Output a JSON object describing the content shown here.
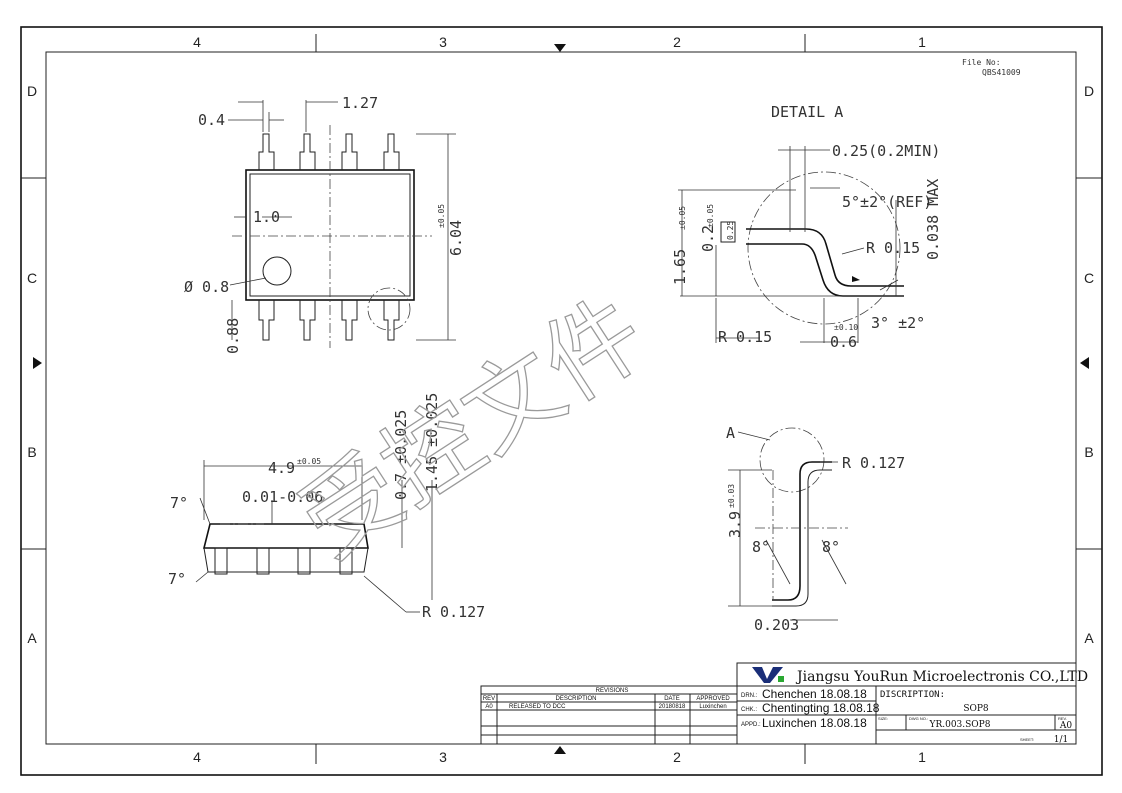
{
  "zones": {
    "columns": [
      "4",
      "3",
      "2",
      "1"
    ],
    "rows": [
      "D",
      "C",
      "B",
      "A"
    ]
  },
  "file": {
    "label": "File No:",
    "number": "QBS41009"
  },
  "top_view": {
    "lead_width": "0.4",
    "pitch": "1.27",
    "pin1_offset": "1.0",
    "hole_dia": "Ø 0.8",
    "foot_len": "0.88",
    "overall_width": "6.04",
    "overall_tol": "±0.05"
  },
  "detail_a": {
    "title": "DETAIL A",
    "d1": "0.25(0.2MIN)",
    "angle1": "5°±2°(REF)",
    "max": "0.038 MAX",
    "h1": "1.65",
    "h1_tol": "±0.05",
    "h2": "0.2",
    "h2_tol": "±0.05",
    "box": "0.25",
    "r1": "R 0.15",
    "r2": "R 0.15",
    "foot": "0.6",
    "foot_tol": "±0.10",
    "angle2": "3° ±2°"
  },
  "side_view": {
    "length": "4.9",
    "length_tol": "±0.05",
    "standoff": "0.01-0.06",
    "a1": "7°",
    "a2": "7°",
    "h1": "0.7 ±0.025",
    "h2": "1.45 ±0.025",
    "radius": "R 0.127"
  },
  "end_view": {
    "ref": "A",
    "radius": "R 0.127",
    "height": "3.9",
    "height_tol": "±0.03",
    "a1": "8°",
    "a2": "8°",
    "lead_thk": "0.203"
  },
  "watermark": "受控文件",
  "title_block": {
    "company": "Jiangsu YouRun Microelectronis CO.,LTD",
    "drawn": "Chenchen 18.08.18",
    "checked": "Chentingting 18.08.18",
    "approved": "Luxinchen 18.08.18",
    "drawn_tag": "DRN.:",
    "checked_tag": "CHK.:",
    "approved_tag": "APPD.:",
    "description_label": "DISCRIPTION:",
    "description": "SOP8",
    "size_tag": "SIZE:",
    "dwg_tag": "DWG NO.:",
    "dwg_no": "YR.003.SOP8",
    "rev_tag": "REV.",
    "rev": "A0",
    "sheet_tag": "SHEET:",
    "sheet": "1/1"
  },
  "revisions": {
    "title": "REVISIONS",
    "headers": [
      "REV",
      "DESCRIPTION",
      "DATE",
      "APPROVED"
    ],
    "rows": [
      [
        "A0",
        "RELEASED TO DCC",
        "20180818",
        "Luxinchen"
      ]
    ]
  }
}
